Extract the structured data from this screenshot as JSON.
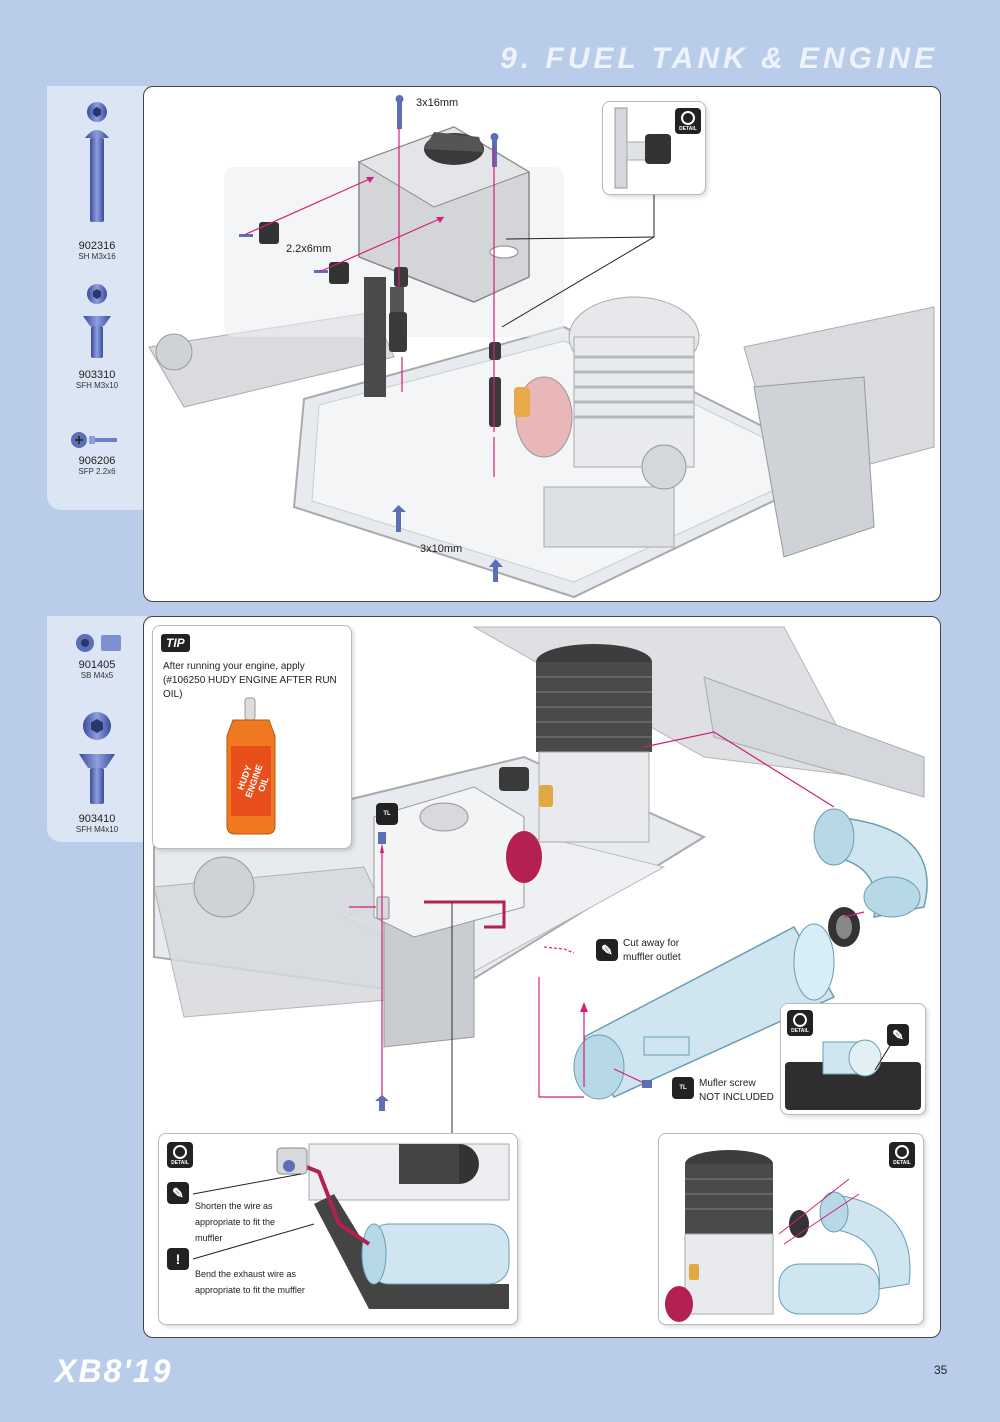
{
  "header": {
    "title": "9. FUEL TANK & ENGINE"
  },
  "sidebar1": {
    "parts": [
      {
        "number": "902316",
        "desc": "SH M3x16",
        "icon": "button-head-screw-icon"
      },
      {
        "number": "903310",
        "desc": "SFH M3x10",
        "icon": "flat-head-screw-icon"
      },
      {
        "number": "906206",
        "desc": "SFP 2.2x6",
        "icon": "self-tapping-screw-icon"
      }
    ]
  },
  "sidebar2": {
    "parts": [
      {
        "number": "901405",
        "desc": "SB M4x5",
        "icon": "set-screw-icon"
      },
      {
        "number": "903410",
        "desc": "SFH M4x10",
        "icon": "flat-head-screw-icon"
      }
    ]
  },
  "panel1": {
    "labels": {
      "screw_top": "3x16mm",
      "screw_side": "2.2x6mm",
      "screw_bottom": "3x10mm"
    },
    "detail_label": "DETAIL"
  },
  "panel2": {
    "tip": {
      "badge": "TIP",
      "line1": "After running your engine, apply",
      "line2": "(#106250 HUDY ENGINE AFTER RUN OIL)",
      "bottle_text": "HUDY ENGINE OIL"
    },
    "tl_label": "TL",
    "cut_away": {
      "line1": "Cut away for",
      "line2": "muffler outlet"
    },
    "muffler_screw": {
      "line1": "Mufler screw",
      "line2": "NOT INCLUDED"
    },
    "detail_label": "DETAIL",
    "wire_detail": {
      "shorten": [
        "Shorten the wire as",
        "appropriate to fit the",
        "muffler"
      ],
      "bend": [
        "Bend the exhaust wire as",
        "appropriate to fit the muffler"
      ],
      "warning": "!"
    }
  },
  "footer": {
    "logo": "XB8'19",
    "page": "35"
  },
  "colors": {
    "background": "#b9cdea",
    "sidebar": "#dbe5f4",
    "accent": "#d0217a",
    "part_blue": "#5a6fb5"
  }
}
